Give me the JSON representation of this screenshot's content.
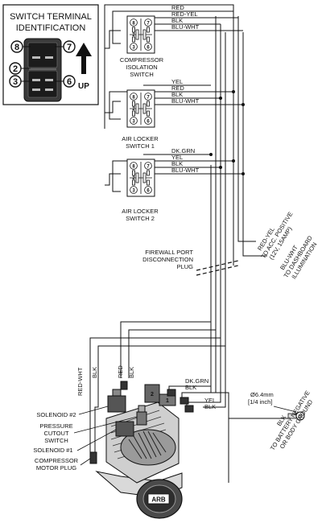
{
  "legend": {
    "title_line1": "SWITCH TERMINAL",
    "title_line2": "IDENTIFICATION",
    "terminals": [
      "8",
      "7",
      "2",
      "3",
      "6"
    ],
    "up_label": "UP"
  },
  "switches": [
    {
      "caption_line1": "COMPRESSOR",
      "caption_line2": "ISOLATION",
      "caption_line3": "SWITCH",
      "wires": [
        "RED",
        "RED-YEL",
        "BLK",
        "BLU-WHT"
      ]
    },
    {
      "caption_line1": "AIR LOCKER",
      "caption_line2": "SWITCH 1",
      "wires": [
        "YEL",
        "RED",
        "BLK",
        "BLU-WHT"
      ]
    },
    {
      "caption_line1": "AIR LOCKER",
      "caption_line2": "SWITCH 2",
      "wires": [
        "DK.GRN",
        "YEL",
        "BLK",
        "BLU-WHT"
      ]
    }
  ],
  "switch_pin_numbers": [
    "8",
    "7",
    "2",
    "3",
    "6"
  ],
  "right_notes": {
    "acc_wire": "RED-YEL",
    "acc_line1": "TO ACC. POSITIVE",
    "acc_line2": "(12V, 15AMP)",
    "dash_wire": "BLU-WHT",
    "dash_line1": "TO DASHBOARD",
    "dash_line2": "ILLUMINATION",
    "ground_wire": "BLK",
    "ground_line1": "TO BATTERY NEGATIVE",
    "ground_line2": "OR BODY GROUND"
  },
  "firewall": {
    "line1": "FIREWALL PORT",
    "line2": "DISCONNECTION",
    "line3": "PLUG"
  },
  "compressor_wires": {
    "red_wht": "RED-WHT",
    "blk_left": "BLK",
    "red": "RED",
    "blk_mid": "BLK",
    "dk_grn": "DK.GRN",
    "blk_1": "BLK",
    "yel": "YEL",
    "blk_2": "BLK"
  },
  "solenoid_numbers": [
    "1",
    "2"
  ],
  "ring_terminal": {
    "size_line1": "Ø6.4mm",
    "size_line2": "[1/4 inch]"
  },
  "component_labels": {
    "solenoid2": "SOLENOID #2",
    "pressure_line1": "PRESSURE",
    "pressure_line2": "CUTOUT",
    "pressure_line3": "SWITCH",
    "solenoid1": "SOLENOID #1",
    "motor_line1": "COMPRESSOR",
    "motor_line2": "MOTOR PLUG"
  },
  "brand": "ARB"
}
